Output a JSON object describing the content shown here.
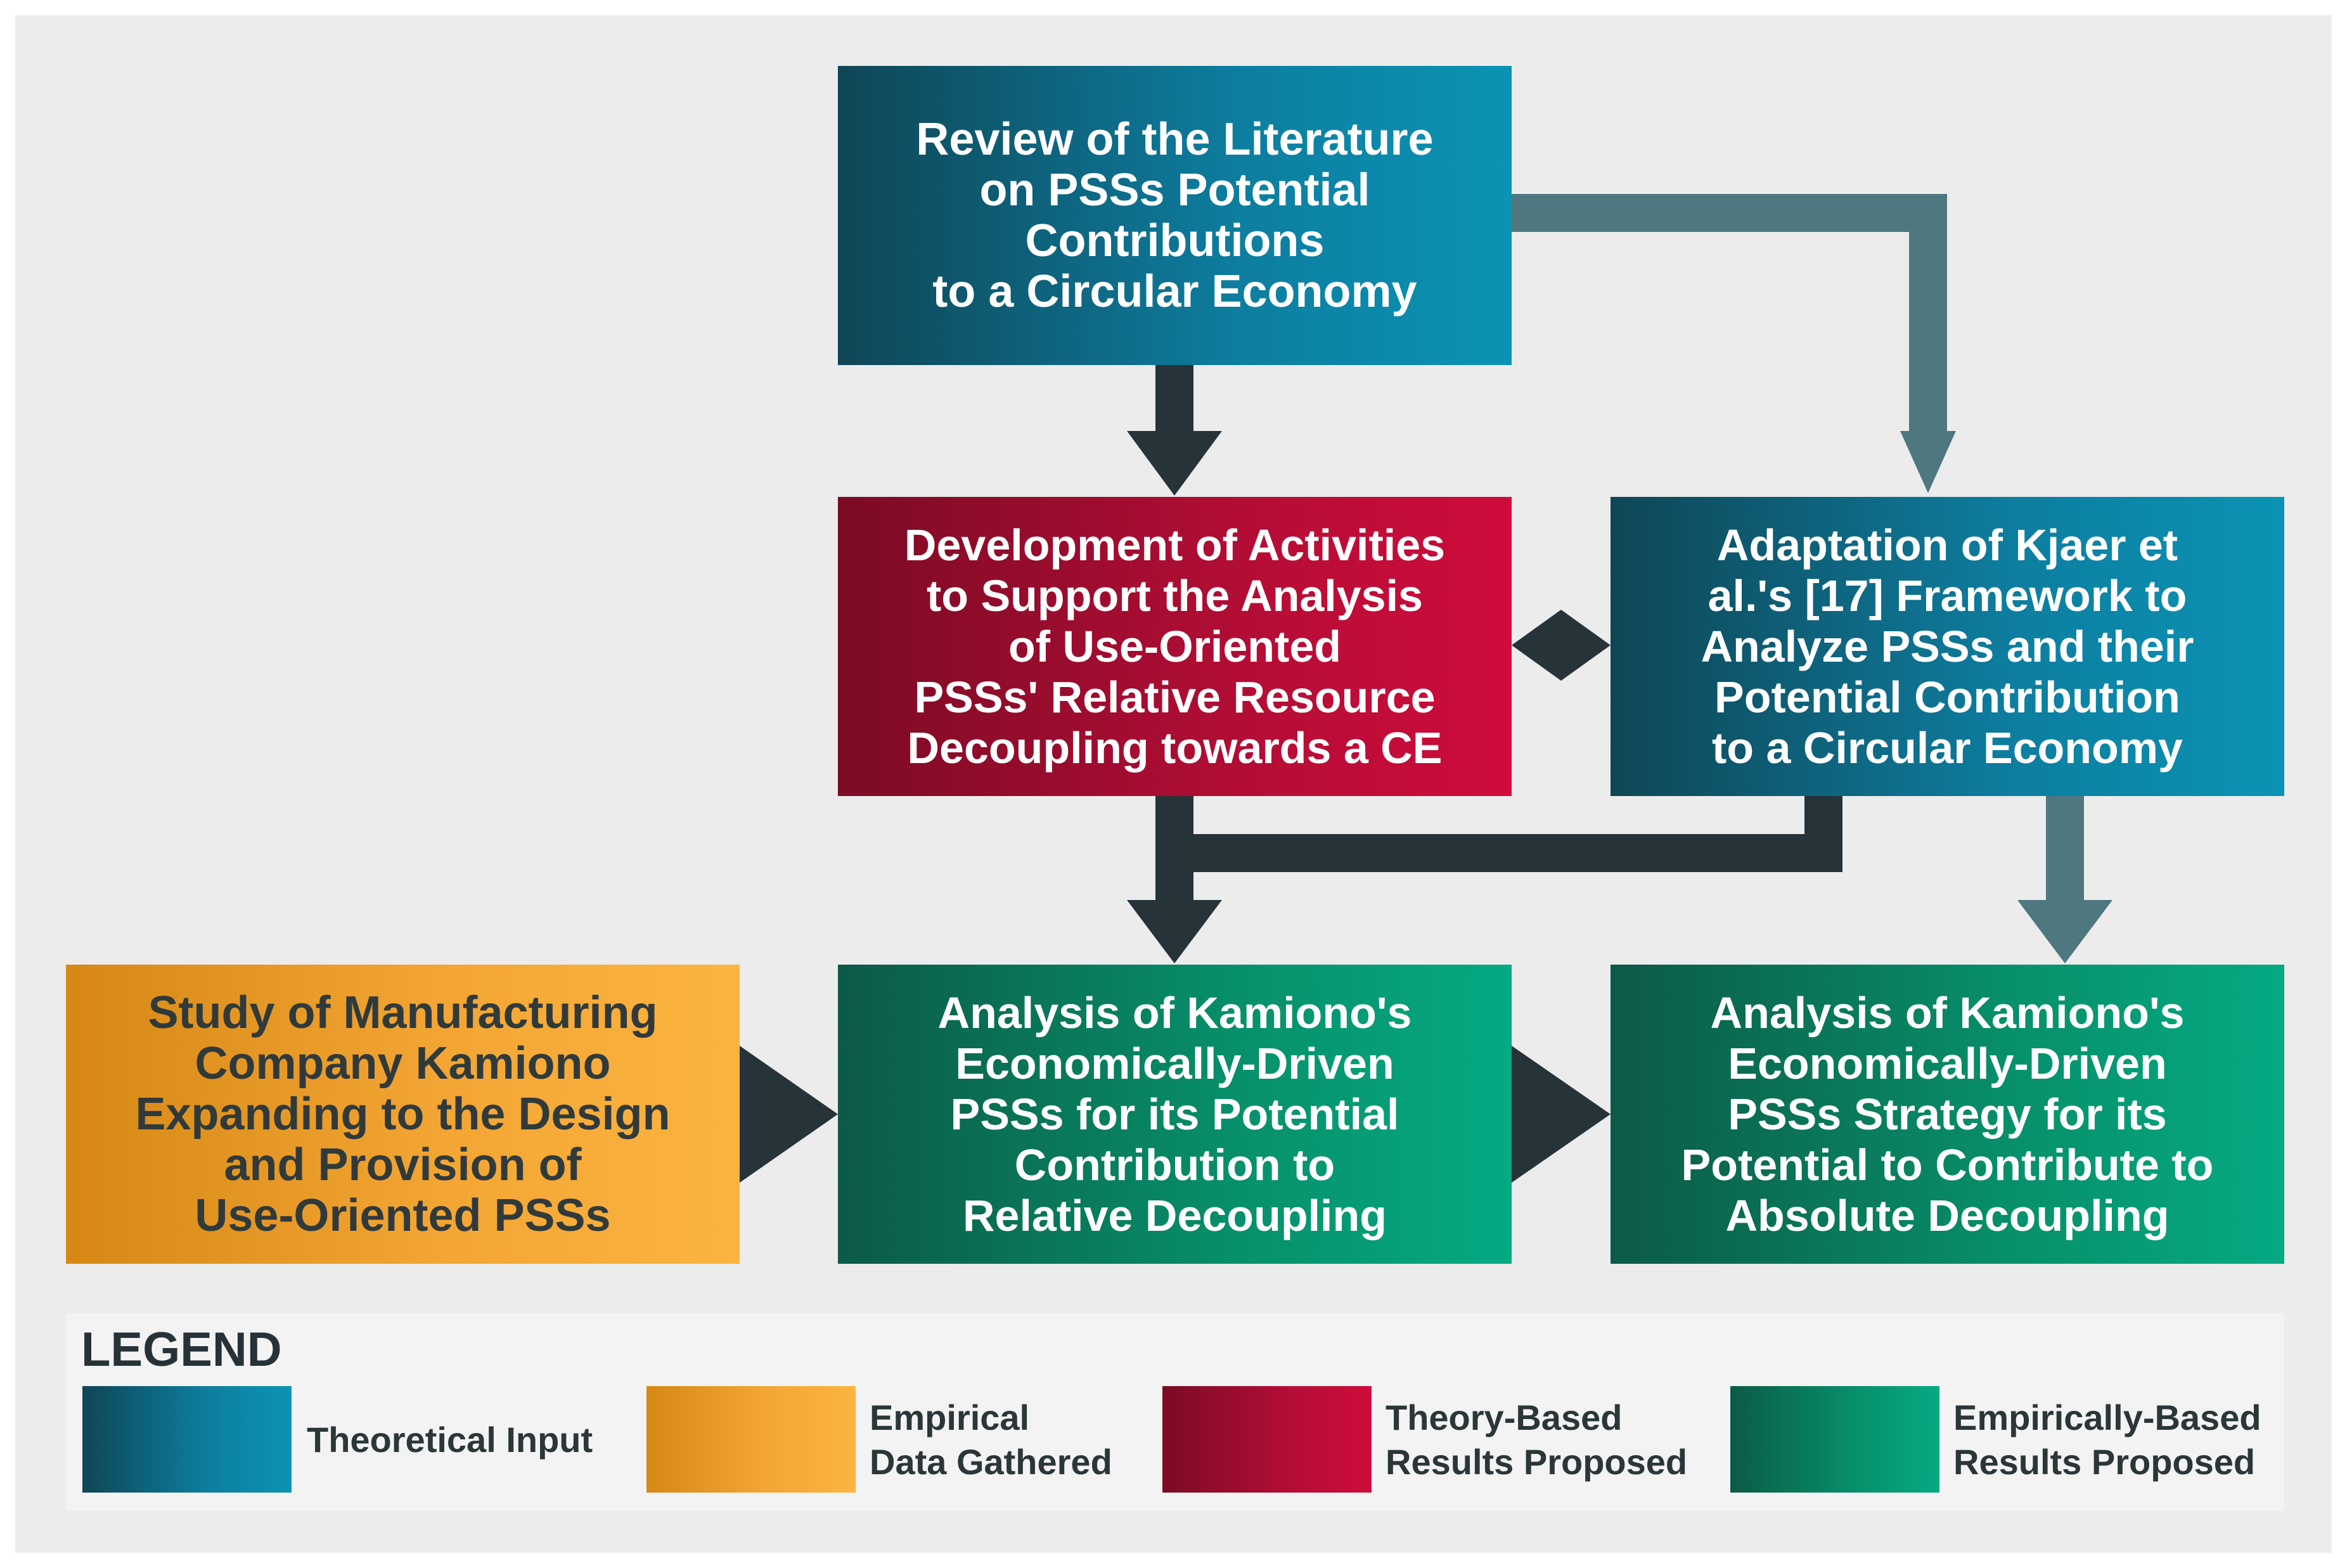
{
  "boxes": {
    "review": [
      "Review of the Literature",
      "on PSSs Potential",
      "Contributions",
      "to a Circular Economy"
    ],
    "develop": [
      "Development of Activities",
      "to Support the Analysis",
      "of Use-Oriented",
      "PSSs' Relative Resource",
      "Decoupling towards a CE"
    ],
    "adapt": [
      "Adaptation of Kjaer et",
      "al.'s [17] Framework to",
      "Analyze PSSs and their",
      "Potential Contribution",
      "to a Circular Economy"
    ],
    "study": {
      "l1": "Study of Manufacturing",
      "l2": "Company Kamiono",
      "l3": "Expanding to the Design",
      "l4a": "and ",
      "l4b": "Provision of",
      "l5": "Use-Oriented PSSs"
    },
    "relative": {
      "l1": "Analysis of Kamiono's",
      "l2": "Economically-Driven",
      "l3": "PSSs for its Potential",
      "l4a": "Contribution",
      "l4b": " to",
      "l5": "Relative Decoupling"
    },
    "absolute": {
      "l1": "Analysis of Kamiono's",
      "l2": "Economically-Driven",
      "l3": "PSSs Strategy for its",
      "l4a": "Potential to ",
      "l4b": "Contribute to",
      "l5": "Absolute Decoupling"
    }
  },
  "legend": {
    "title": "LEGEND",
    "items": [
      {
        "lines": [
          "Theoretical Input"
        ]
      },
      {
        "lines": [
          "Empirical",
          "Data Gathered"
        ]
      },
      {
        "lines": [
          "Theory-Based",
          "Results Proposed"
        ]
      },
      {
        "lines": [
          "Empirically-Based",
          "Results Proposed"
        ]
      }
    ]
  },
  "colors": {
    "arrow_dark": "#263339",
    "arrow_slate": "#4f7780",
    "theoretical": "#0d7ea0",
    "empirical": "#f3a534",
    "theory_result": "#b30d35",
    "empirical_result": "#07906b"
  }
}
